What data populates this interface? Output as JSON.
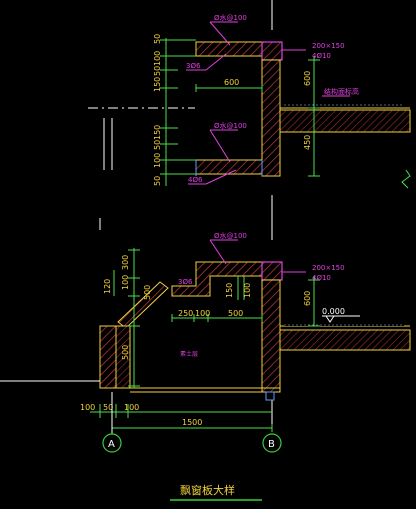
{
  "colors": {
    "background": "#000000",
    "wall": "#f2d23c",
    "hatch": "#c53b3b",
    "dimension": "#4be04b",
    "annotation": "#e040e0",
    "centerline": "#ffffff",
    "axis_bubble": "#34d234",
    "leader": "#ffffff"
  },
  "top_section": {
    "rebar_callout_top": "Ø水@100",
    "rebar_callout_bottom": "Ø水@100",
    "small_rebar_top": "3Ø6",
    "small_rebar_bottom": "4Ø6",
    "beam_size": "200×150",
    "beam_rebar": "4Ø10",
    "floor_label": "结构面标高",
    "left_dims": [
      "50",
      "100",
      "50",
      "150",
      "150",
      "50",
      "100",
      "50"
    ],
    "width_dim": "600",
    "right_dim_upper": "600",
    "right_dim_lower": "450"
  },
  "bottom_section": {
    "rebar_callout": "Ø水@100",
    "small_rebar": "3Ø6",
    "beam_size": "200×150",
    "beam_rebar": "4Ø10",
    "level_text": "0.000",
    "dim_250": "250",
    "dim_100a": "100",
    "dim_500": "500",
    "dim_150": "150",
    "dim_100b": "100",
    "dim_vert_100": "100",
    "dim_vert_500": "500",
    "dim_left_120": "120",
    "dim_left_300": "300",
    "dim_left_500": "500",
    "right_dim": "600",
    "fill_label": "素土层",
    "bottom_dims": [
      "100",
      "50",
      "100"
    ],
    "overall_dim": "1500"
  },
  "axes": {
    "left": "A",
    "right": "B"
  },
  "title": "飘窗板大样"
}
